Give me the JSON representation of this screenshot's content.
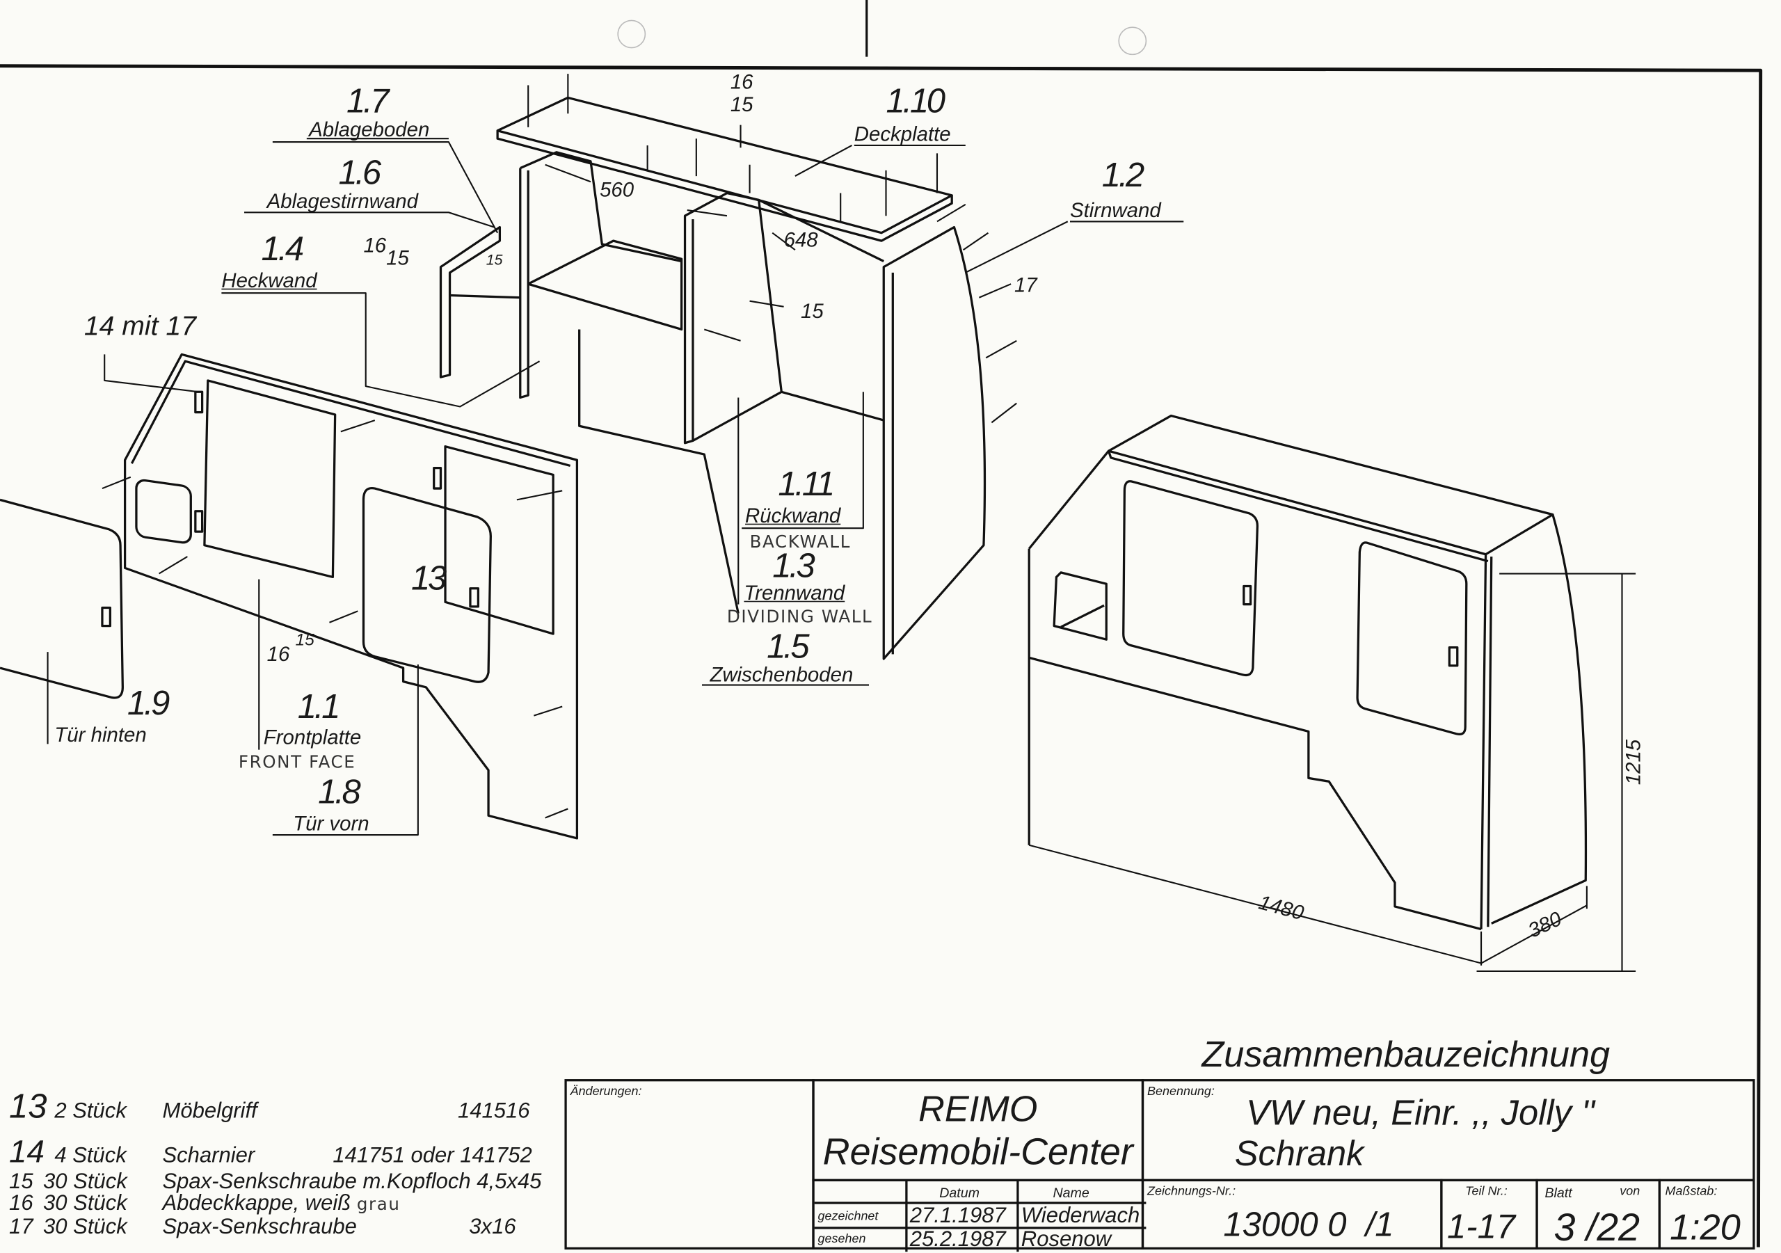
{
  "drawing": {
    "title": "Zusammenbauzeichnung",
    "labels": [
      {
        "text": "1.7"
      },
      {
        "text": "Ablageboden"
      },
      {
        "text": "1.6"
      },
      {
        "text": "Ablagestirnwand"
      },
      {
        "text": "1.4"
      },
      {
        "text": "Heckwand"
      },
      {
        "text": "14 mit 17"
      },
      {
        "text": "16"
      },
      {
        "text": "15"
      },
      {
        "text": "15"
      },
      {
        "text": "16"
      },
      {
        "text": "15"
      },
      {
        "text": "560"
      },
      {
        "text": "648"
      },
      {
        "text": "15"
      },
      {
        "text": "1.10"
      },
      {
        "text": "Deckplatte"
      },
      {
        "text": "1.2"
      },
      {
        "text": "Stirnwand"
      },
      {
        "text": "17"
      },
      {
        "text": "1.11"
      },
      {
        "text": "Rückwand"
      },
      {
        "text": "BACKWALL"
      },
      {
        "text": "1.3"
      },
      {
        "text": "Trennwand"
      },
      {
        "text": "DIVIDING WALL"
      },
      {
        "text": "1.5"
      },
      {
        "text": "Zwischenboden"
      },
      {
        "text": "13"
      },
      {
        "text": "16"
      },
      {
        "text": "15"
      },
      {
        "text": "1.9"
      },
      {
        "text": "Tür hinten"
      },
      {
        "text": "1.1"
      },
      {
        "text": "Frontplatte"
      },
      {
        "text": "FRONT FACE"
      },
      {
        "text": "1.8"
      },
      {
        "text": "Tür vorn"
      }
    ],
    "dimensions": {
      "height": "1215",
      "width": "1480",
      "depth": "380"
    }
  },
  "parts_list": [
    {
      "pos": "13",
      "qty": "2 Stück",
      "desc": "Möbelgriff",
      "ref": "141516"
    },
    {
      "pos": "14",
      "qty": "4 Stück",
      "desc": "Scharnier",
      "ref": "141751 oder 141752"
    },
    {
      "pos": "15",
      "qty": "30 Stück",
      "desc": "Spax-Senkschraube m.Kopfloch 4,5x45",
      "ref": ""
    },
    {
      "pos": "16",
      "qty": "30 Stück",
      "desc": "Abdeckkappe, weiß",
      "ref": "grau"
    },
    {
      "pos": "17",
      "qty": "30 Stück",
      "desc": "Spax-Senkschraube",
      "ref": "3x16"
    }
  ],
  "title_block": {
    "changes_label": "Änderungen:",
    "company_line1": "REIMO",
    "company_line2": "Reisemobil-Center",
    "designation_label": "Benennung:",
    "designation_line1": "VW neu, Einr. ,, Jolly ''",
    "designation_line2": "Schrank",
    "date_header": "Datum",
    "name_header": "Name",
    "drawn_label": "gezeichnet",
    "drawn_date": "27.1.1987",
    "drawn_name": "Wiederwach",
    "checked_label": "gesehen",
    "checked_date": "25.2.1987",
    "checked_name": "Rosenow",
    "drawing_no_label": "Zeichnungs-Nr.:",
    "drawing_no": "13000 0  /1",
    "part_no_label": "Teil Nr.:",
    "part_no": "1-17",
    "sheet_label": "Blatt",
    "of_label": "von",
    "sheet": "3 /22",
    "scale_label": "Maßstab:",
    "scale": "1:20"
  }
}
